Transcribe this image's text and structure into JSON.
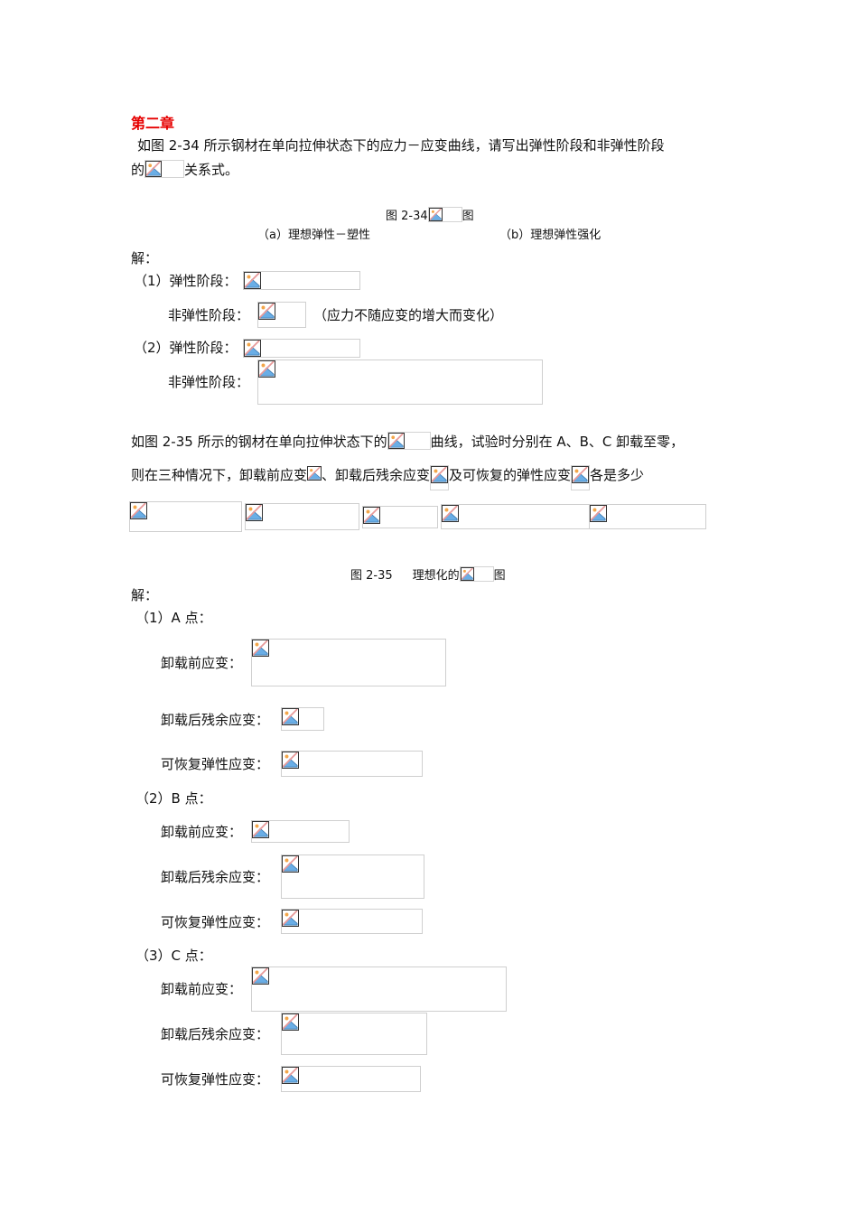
{
  "chapter_title": "第二章",
  "q1": {
    "line1": "如图 2-34 所示钢材在单向拉伸状态下的应力－应变曲线，请写出弹性阶段和非弹性阶段",
    "line2_prefix": "的",
    "line2_suffix": "关系式。",
    "figure_caption_prefix": "图 2-34",
    "figure_caption_suffix": "图",
    "sub_a": "（a）理想弹性－塑性",
    "sub_b": "（b）理想弹性强化",
    "solution_label": "解：",
    "items": [
      {
        "label": "（1）弹性阶段："
      },
      {
        "label": "非弹性阶段：",
        "note": "（应力不随应变的增大而变化）"
      },
      {
        "label": "（2）弹性阶段："
      },
      {
        "label": "非弹性阶段："
      }
    ]
  },
  "q2": {
    "line1_prefix": "如图 2-35 所示的钢材在单向拉伸状态下的",
    "line1_suffix": "曲线，试验时分别在 A、B、C 卸载至零，",
    "line2_a": "则在三种情况下，卸载前应变",
    "line2_b": "、卸载后残余应变",
    "line2_c": "及可恢复的弹性应变",
    "line2_d": "各是多少",
    "figure_caption_prefix": "图 2-35",
    "figure_caption_middle": "理想化的",
    "figure_caption_suffix": "图",
    "solution_label": "解：",
    "points": [
      {
        "label": "（1）A 点：",
        "before": "卸载前应变：",
        "residual": "卸载后残余应变：",
        "elastic": "可恢复弹性应变："
      },
      {
        "label": "（2）B 点：",
        "before": "卸载前应变：",
        "residual": "卸载后残余应变：",
        "elastic": "可恢复弹性应变："
      },
      {
        "label": "（3）C 点：",
        "before": "卸载前应变：",
        "residual": "卸载后残余应变：",
        "elastic": "可恢复弹性应变："
      }
    ]
  },
  "icons": {
    "broken_image": "broken-image-icon"
  },
  "colors": {
    "title": "#e60000",
    "box_border": "#cfcfcf"
  }
}
